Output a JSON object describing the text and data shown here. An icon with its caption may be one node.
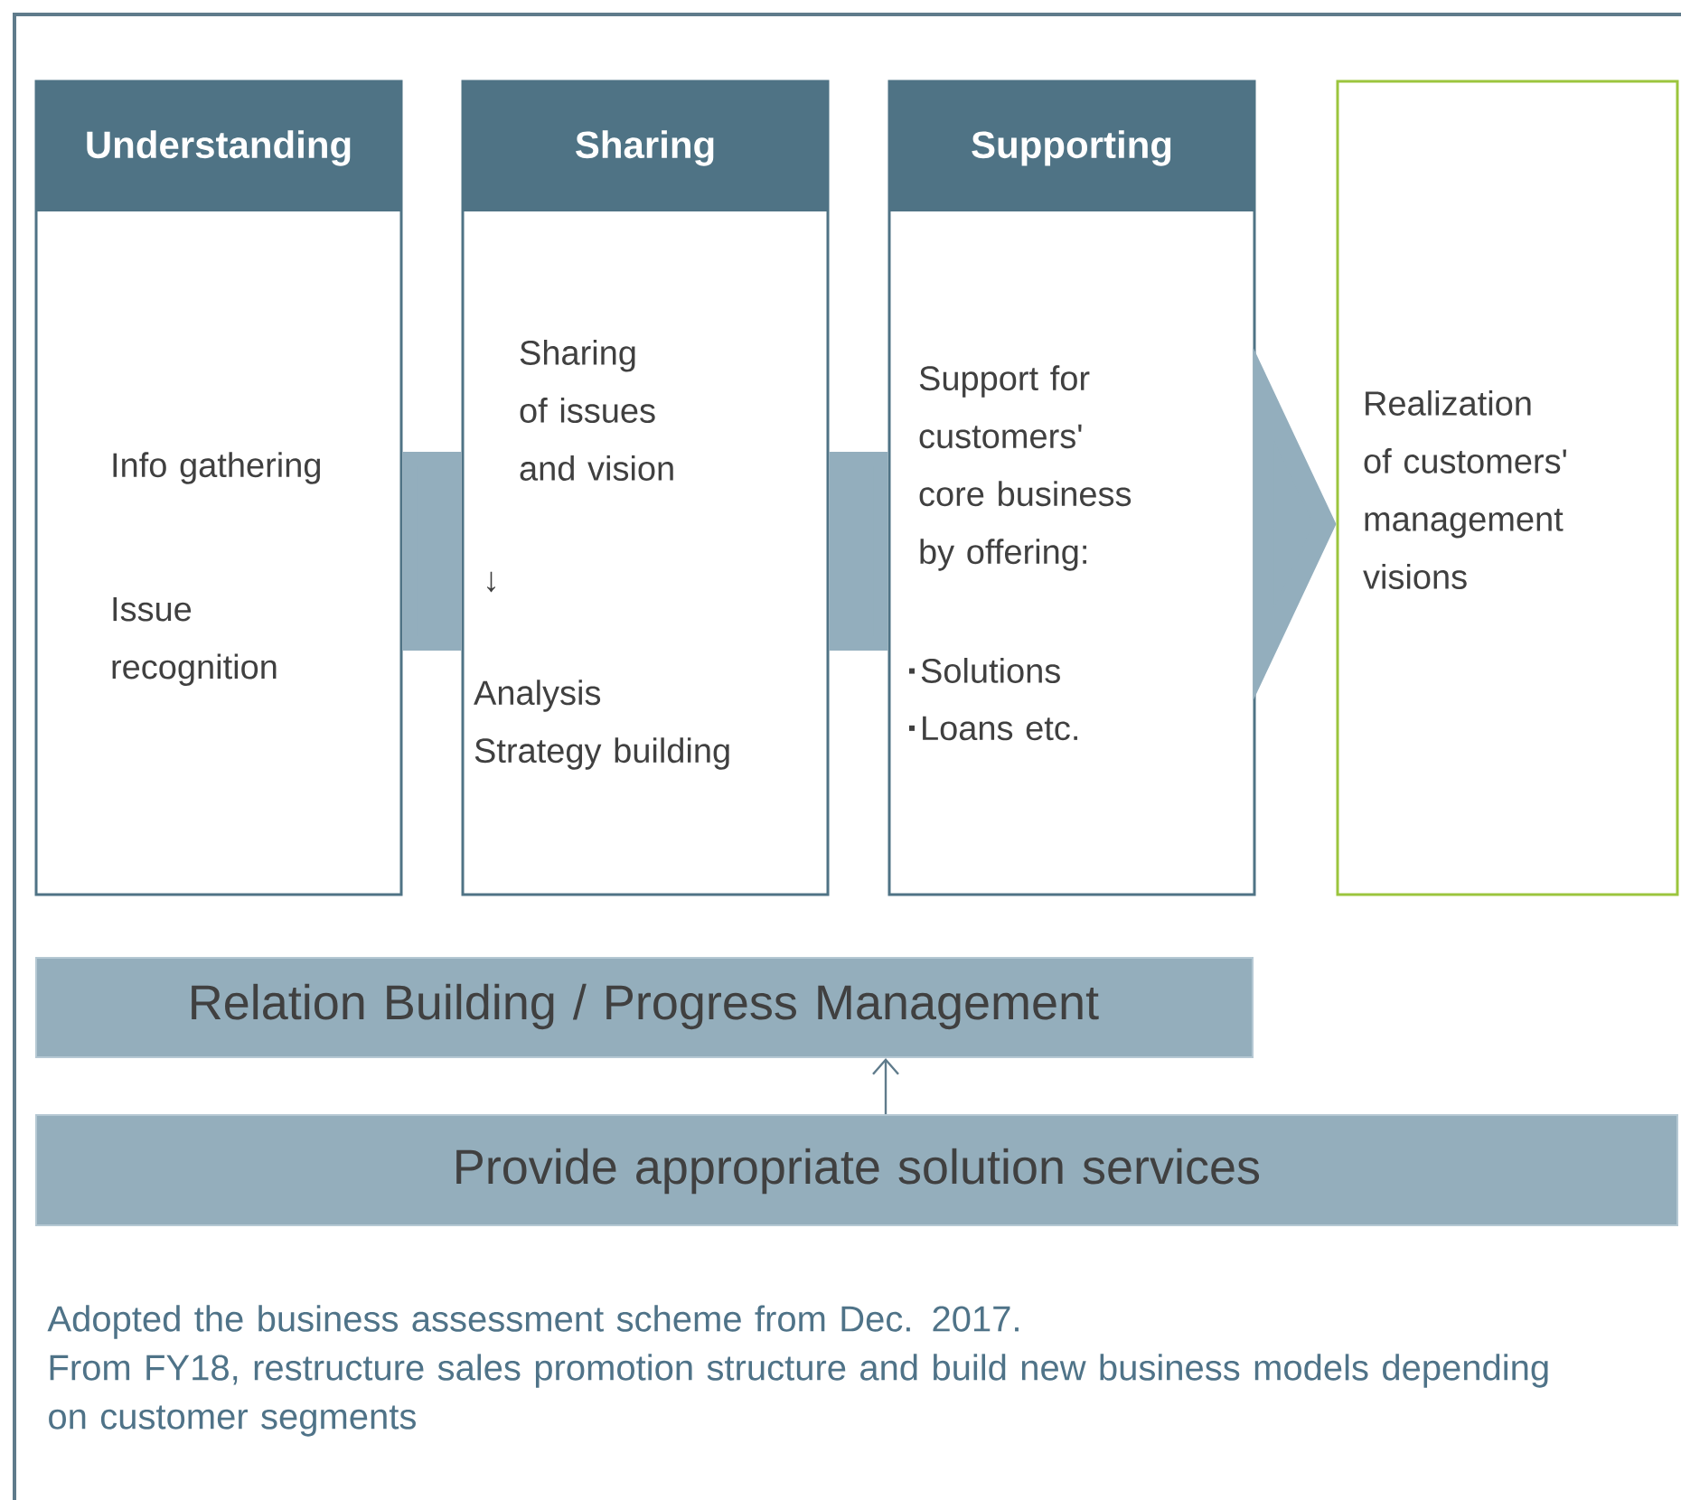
{
  "diagram": {
    "nodes": [
      {
        "text": [
          "Understanding",
          "Info gathering",
          "Issue recognition"
        ]
      },
      {
        "text": [
          "Sharing",
          "Sharing of issues and vision",
          "↓",
          "Analysis Strategy building"
        ]
      },
      {
        "text": [
          "Supporting",
          "Support for customers' core business by offering:",
          "Solutions",
          "Loans etc."
        ]
      },
      {
        "text": [
          "Realization of customers' management visions"
        ]
      },
      {
        "text": [
          "Relation Building / Progress Management"
        ]
      },
      {
        "text": [
          "Provide appropriate solution services"
        ]
      }
    ],
    "edges": [
      {
        "from": 0,
        "to": 1,
        "arrow": "none",
        "style": "thick"
      },
      {
        "from": 1,
        "to": 2,
        "arrow": "none",
        "style": "thick"
      },
      {
        "from": 2,
        "to": 3,
        "arrow": "to",
        "style": "thick"
      },
      {
        "from": 5,
        "to": 4,
        "arrow": "to"
      }
    ],
    "labels": [
      "Adopted the business assessment scheme from Dec. 2017.",
      "From FY18, restructure sales promotion structure and build new business models depending on customer segments"
    ]
  }
}
